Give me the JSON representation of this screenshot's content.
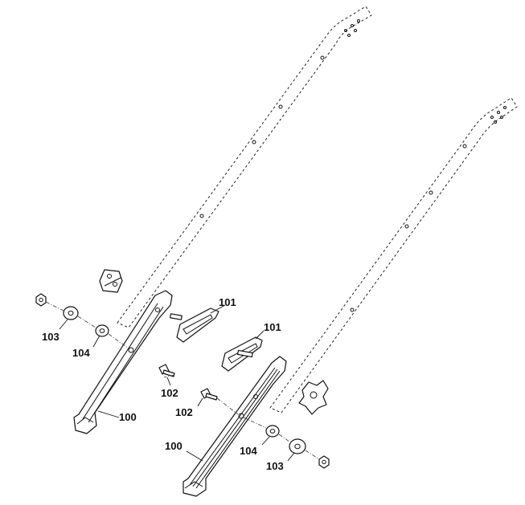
{
  "callouts": {
    "left_100": "100",
    "left_101": "101",
    "left_102": "102",
    "left_103": "103",
    "left_104": "104",
    "right_100": "100",
    "right_101": "101",
    "right_102": "102",
    "right_103": "103",
    "right_104": "104"
  },
  "colors": {
    "line": "#111111",
    "background": "#ffffff"
  }
}
